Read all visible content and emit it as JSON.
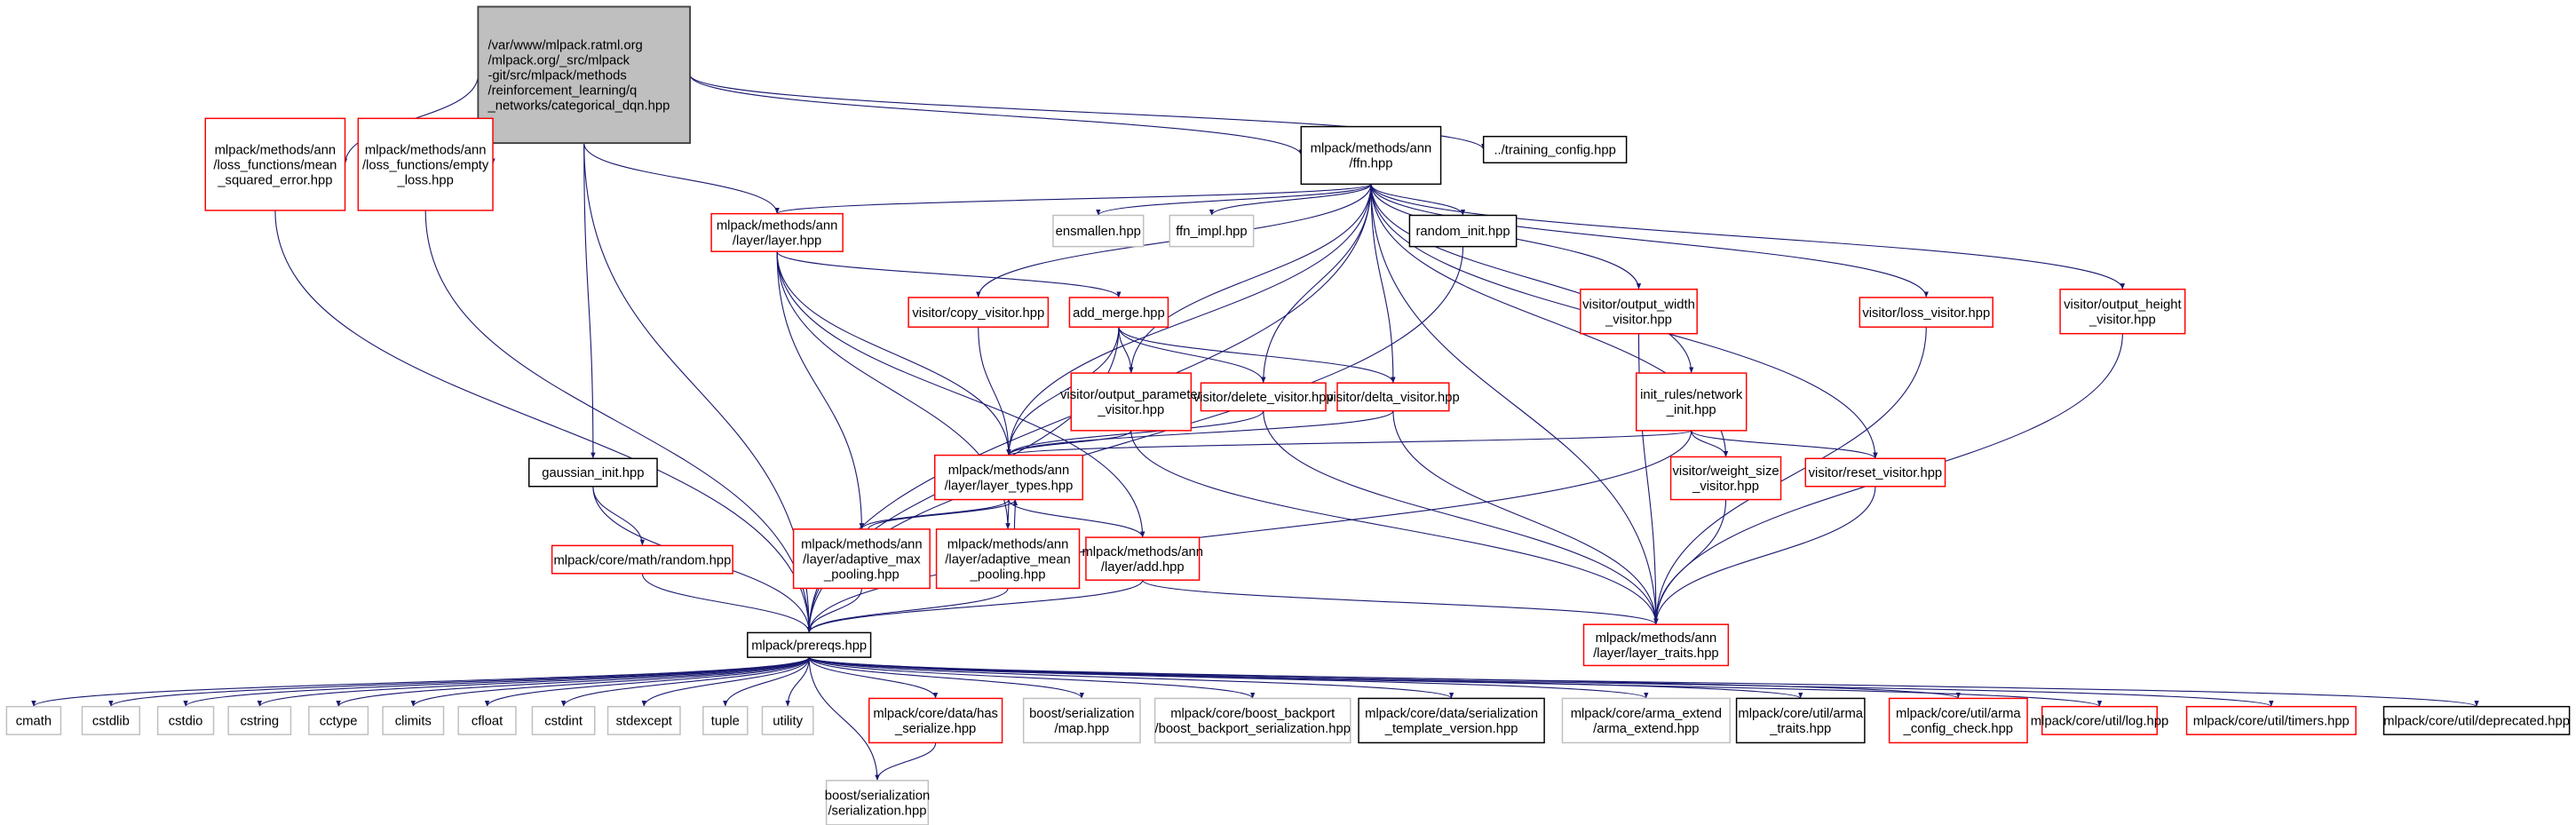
{
  "colors": {
    "edge": "#191970",
    "red": "#ff0000",
    "gray": "#bfbfbf",
    "black": "#000000",
    "root_fill": "#bfbfbf",
    "root_border": "#404040"
  },
  "nodes": [
    {
      "id": "root",
      "kind": "root",
      "lines": [
        "/var/www/mlpack.ratml.org",
        "/mlpack.org/_src/mlpack",
        "-git/src/mlpack/methods",
        "/reinforcement_learning/q",
        "_networks/categorical_dqn.hpp"
      ]
    },
    {
      "id": "mse",
      "kind": "red",
      "lines": [
        "mlpack/methods/ann",
        "/loss_functions/mean",
        "_squared_error.hpp"
      ]
    },
    {
      "id": "empty_loss",
      "kind": "red",
      "lines": [
        "mlpack/methods/ann",
        "/loss_functions/empty",
        "_loss.hpp"
      ]
    },
    {
      "id": "ffn",
      "kind": "black",
      "lines": [
        "mlpack/methods/ann",
        "/ffn.hpp"
      ]
    },
    {
      "id": "training_config",
      "kind": "black",
      "lines": [
        "../training_config.hpp"
      ]
    },
    {
      "id": "layer",
      "kind": "red",
      "lines": [
        "mlpack/methods/ann",
        "/layer/layer.hpp"
      ]
    },
    {
      "id": "ensmallen",
      "kind": "gray",
      "lines": [
        "ensmallen.hpp"
      ]
    },
    {
      "id": "ffn_impl",
      "kind": "gray",
      "lines": [
        "ffn_impl.hpp"
      ]
    },
    {
      "id": "random_init",
      "kind": "black",
      "lines": [
        "random_init.hpp"
      ]
    },
    {
      "id": "copy_visitor",
      "kind": "red",
      "lines": [
        "visitor/copy_visitor.hpp"
      ]
    },
    {
      "id": "add_merge",
      "kind": "red",
      "lines": [
        "add_merge.hpp"
      ]
    },
    {
      "id": "output_width",
      "kind": "red",
      "lines": [
        "visitor/output_width",
        "_visitor.hpp"
      ]
    },
    {
      "id": "loss_visitor",
      "kind": "red",
      "lines": [
        "visitor/loss_visitor.hpp"
      ]
    },
    {
      "id": "output_height",
      "kind": "red",
      "lines": [
        "visitor/output_height",
        "_visitor.hpp"
      ]
    },
    {
      "id": "output_parameter",
      "kind": "red",
      "lines": [
        "visitor/output_parameter",
        "_visitor.hpp"
      ]
    },
    {
      "id": "delete_visitor",
      "kind": "red",
      "lines": [
        "visitor/delete_visitor.hpp"
      ]
    },
    {
      "id": "delta_visitor",
      "kind": "red",
      "lines": [
        "visitor/delta_visitor.hpp"
      ]
    },
    {
      "id": "network_init",
      "kind": "red",
      "lines": [
        "init_rules/network",
        "_init.hpp"
      ]
    },
    {
      "id": "gaussian_init",
      "kind": "black",
      "lines": [
        "gaussian_init.hpp"
      ]
    },
    {
      "id": "layer_types",
      "kind": "red",
      "lines": [
        "mlpack/methods/ann",
        "/layer/layer_types.hpp"
      ]
    },
    {
      "id": "weight_size",
      "kind": "red",
      "lines": [
        "visitor/weight_size",
        "_visitor.hpp"
      ]
    },
    {
      "id": "reset_visitor",
      "kind": "red",
      "lines": [
        "visitor/reset_visitor.hpp"
      ]
    },
    {
      "id": "random",
      "kind": "red",
      "lines": [
        "mlpack/core/math/random.hpp"
      ]
    },
    {
      "id": "adaptive_max",
      "kind": "red",
      "lines": [
        "mlpack/methods/ann",
        "/layer/adaptive_max",
        "_pooling.hpp"
      ]
    },
    {
      "id": "adaptive_mean",
      "kind": "red",
      "lines": [
        "mlpack/methods/ann",
        "/layer/adaptive_mean",
        "_pooling.hpp"
      ]
    },
    {
      "id": "add",
      "kind": "red",
      "lines": [
        "mlpack/methods/ann",
        "/layer/add.hpp"
      ]
    },
    {
      "id": "layer_traits",
      "kind": "red",
      "lines": [
        "mlpack/methods/ann",
        "/layer/layer_traits.hpp"
      ]
    },
    {
      "id": "prereqs",
      "kind": "black",
      "lines": [
        "mlpack/prereqs.hpp"
      ]
    },
    {
      "id": "cmath",
      "kind": "gray",
      "lines": [
        "cmath"
      ]
    },
    {
      "id": "cstdlib",
      "kind": "gray",
      "lines": [
        "cstdlib"
      ]
    },
    {
      "id": "cstdio",
      "kind": "gray",
      "lines": [
        "cstdio"
      ]
    },
    {
      "id": "cstring",
      "kind": "gray",
      "lines": [
        "cstring"
      ]
    },
    {
      "id": "cctype",
      "kind": "gray",
      "lines": [
        "cctype"
      ]
    },
    {
      "id": "climits",
      "kind": "gray",
      "lines": [
        "climits"
      ]
    },
    {
      "id": "cfloat",
      "kind": "gray",
      "lines": [
        "cfloat"
      ]
    },
    {
      "id": "cstdint",
      "kind": "gray",
      "lines": [
        "cstdint"
      ]
    },
    {
      "id": "stdexcept",
      "kind": "gray",
      "lines": [
        "stdexcept"
      ]
    },
    {
      "id": "tuple",
      "kind": "gray",
      "lines": [
        "tuple"
      ]
    },
    {
      "id": "utility",
      "kind": "gray",
      "lines": [
        "utility"
      ]
    },
    {
      "id": "has_serialize",
      "kind": "red",
      "lines": [
        "mlpack/core/data/has",
        "_serialize.hpp"
      ]
    },
    {
      "id": "boost_map",
      "kind": "gray",
      "lines": [
        "boost/serialization",
        "/map.hpp"
      ]
    },
    {
      "id": "boost_backport",
      "kind": "gray",
      "lines": [
        "mlpack/core/boost_backport",
        "/boost_backport_serialization.hpp"
      ]
    },
    {
      "id": "serialization_tv",
      "kind": "black",
      "lines": [
        "mlpack/core/data/serialization",
        "_template_version.hpp"
      ]
    },
    {
      "id": "arma_extend",
      "kind": "gray",
      "lines": [
        "mlpack/core/arma_extend",
        "/arma_extend.hpp"
      ]
    },
    {
      "id": "arma_traits",
      "kind": "black",
      "lines": [
        "mlpack/core/util/arma",
        "_traits.hpp"
      ]
    },
    {
      "id": "arma_config",
      "kind": "red",
      "lines": [
        "mlpack/core/util/arma",
        "_config_check.hpp"
      ]
    },
    {
      "id": "log",
      "kind": "red",
      "lines": [
        "mlpack/core/util/log.hpp"
      ]
    },
    {
      "id": "timers",
      "kind": "red",
      "lines": [
        "mlpack/core/util/timers.hpp"
      ]
    },
    {
      "id": "deprecated",
      "kind": "black",
      "lines": [
        "mlpack/core/util/deprecated.hpp"
      ]
    },
    {
      "id": "boost_serialization",
      "kind": "gray",
      "lines": [
        "boost/serialization",
        "/serialization.hpp"
      ]
    }
  ],
  "edges": [
    [
      "root",
      "mse"
    ],
    [
      "root",
      "empty_loss"
    ],
    [
      "root",
      "prereqs"
    ],
    [
      "root",
      "gaussian_init"
    ],
    [
      "root",
      "layer"
    ],
    [
      "root",
      "ffn"
    ],
    [
      "root",
      "training_config"
    ],
    [
      "mse",
      "prereqs"
    ],
    [
      "empty_loss",
      "prereqs"
    ],
    [
      "ffn",
      "layer"
    ],
    [
      "ffn",
      "ensmallen"
    ],
    [
      "ffn",
      "ffn_impl"
    ],
    [
      "ffn",
      "random_init"
    ],
    [
      "ffn",
      "copy_visitor"
    ],
    [
      "ffn",
      "output_parameter"
    ],
    [
      "ffn",
      "delete_visitor"
    ],
    [
      "ffn",
      "delta_visitor"
    ],
    [
      "ffn",
      "output_width"
    ],
    [
      "ffn",
      "network_init"
    ],
    [
      "ffn",
      "weight_size"
    ],
    [
      "ffn",
      "loss_visitor"
    ],
    [
      "ffn",
      "reset_visitor"
    ],
    [
      "ffn",
      "output_height"
    ],
    [
      "ffn",
      "layer_traits"
    ],
    [
      "ffn",
      "prereqs"
    ],
    [
      "ffn",
      "layer_types"
    ],
    [
      "layer",
      "add_merge"
    ],
    [
      "layer",
      "layer_types"
    ],
    [
      "layer",
      "adaptive_max"
    ],
    [
      "layer",
      "adaptive_mean"
    ],
    [
      "layer",
      "add"
    ],
    [
      "random_init",
      "prereqs"
    ],
    [
      "copy_visitor",
      "layer_types"
    ],
    [
      "add_merge",
      "output_parameter"
    ],
    [
      "add_merge",
      "delete_visitor"
    ],
    [
      "add_merge",
      "delta_visitor"
    ],
    [
      "add_merge",
      "layer_types"
    ],
    [
      "add_merge",
      "prereqs"
    ],
    [
      "output_width",
      "layer_traits"
    ],
    [
      "loss_visitor",
      "layer_traits"
    ],
    [
      "output_height",
      "layer_traits"
    ],
    [
      "output_parameter",
      "layer_types"
    ],
    [
      "output_parameter",
      "layer_traits"
    ],
    [
      "delete_visitor",
      "layer_types"
    ],
    [
      "delete_visitor",
      "layer_traits"
    ],
    [
      "delta_visitor",
      "layer_types"
    ],
    [
      "delta_visitor",
      "layer_traits"
    ],
    [
      "network_init",
      "layer_types"
    ],
    [
      "network_init",
      "weight_size"
    ],
    [
      "network_init",
      "reset_visitor"
    ],
    [
      "network_init",
      "prereqs"
    ],
    [
      "weight_size",
      "layer_traits"
    ],
    [
      "reset_visitor",
      "layer_traits"
    ],
    [
      "gaussian_init",
      "random"
    ],
    [
      "gaussian_init",
      "prereqs"
    ],
    [
      "random",
      "prereqs"
    ],
    [
      "layer_types",
      "adaptive_max"
    ],
    [
      "layer_types",
      "adaptive_mean"
    ],
    [
      "layer_types",
      "add"
    ],
    [
      "adaptive_max",
      "layer_types"
    ],
    [
      "adaptive_max",
      "prereqs"
    ],
    [
      "adaptive_mean",
      "layer_types"
    ],
    [
      "adaptive_mean",
      "prereqs"
    ],
    [
      "add",
      "prereqs"
    ],
    [
      "add",
      "layer_traits"
    ],
    [
      "prereqs",
      "cmath"
    ],
    [
      "prereqs",
      "cstdlib"
    ],
    [
      "prereqs",
      "cstdio"
    ],
    [
      "prereqs",
      "cstring"
    ],
    [
      "prereqs",
      "cctype"
    ],
    [
      "prereqs",
      "climits"
    ],
    [
      "prereqs",
      "cfloat"
    ],
    [
      "prereqs",
      "cstdint"
    ],
    [
      "prereqs",
      "stdexcept"
    ],
    [
      "prereqs",
      "tuple"
    ],
    [
      "prereqs",
      "utility"
    ],
    [
      "prereqs",
      "has_serialize"
    ],
    [
      "prereqs",
      "boost_map"
    ],
    [
      "prereqs",
      "boost_backport"
    ],
    [
      "prereqs",
      "serialization_tv"
    ],
    [
      "prereqs",
      "arma_extend"
    ],
    [
      "prereqs",
      "arma_traits"
    ],
    [
      "prereqs",
      "arma_config"
    ],
    [
      "prereqs",
      "log"
    ],
    [
      "prereqs",
      "timers"
    ],
    [
      "prereqs",
      "deprecated"
    ],
    [
      "prereqs",
      "boost_serialization"
    ],
    [
      "has_serialize",
      "boost_serialization"
    ]
  ]
}
